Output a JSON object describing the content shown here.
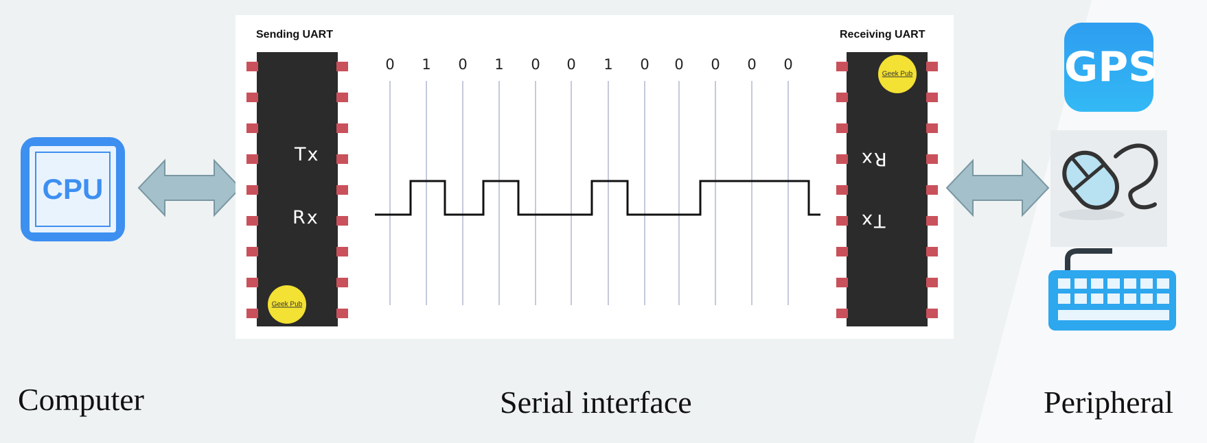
{
  "sending": {
    "title": "Sending UART",
    "tx": "Tx",
    "rx": "Rx",
    "logo": "Geek Pub"
  },
  "receiving": {
    "title": "Receiving UART",
    "rx": "Rx",
    "tx": "Tx",
    "logo": "Geek Pub"
  },
  "bits": [
    "0",
    "1",
    "0",
    "1",
    "0",
    "0",
    "1",
    "0",
    "0",
    "0",
    "0",
    "0"
  ],
  "cpu_label": "CPU",
  "gps_label": "GPS",
  "captions": {
    "left": "Computer",
    "center": "Serial interface",
    "right": "Peripheral"
  },
  "icons": {
    "computer": "cpu-icon",
    "gps": "gps-icon",
    "mouse": "mouse-icon",
    "keyboard": "keyboard-icon",
    "arrows": "double-arrow-icon"
  },
  "colors": {
    "chip": "#2b2b2b",
    "pin": "#c9515b",
    "logo": "#f3e133",
    "accent": "#3d8ff0",
    "arrow": "#9fbcc6"
  }
}
